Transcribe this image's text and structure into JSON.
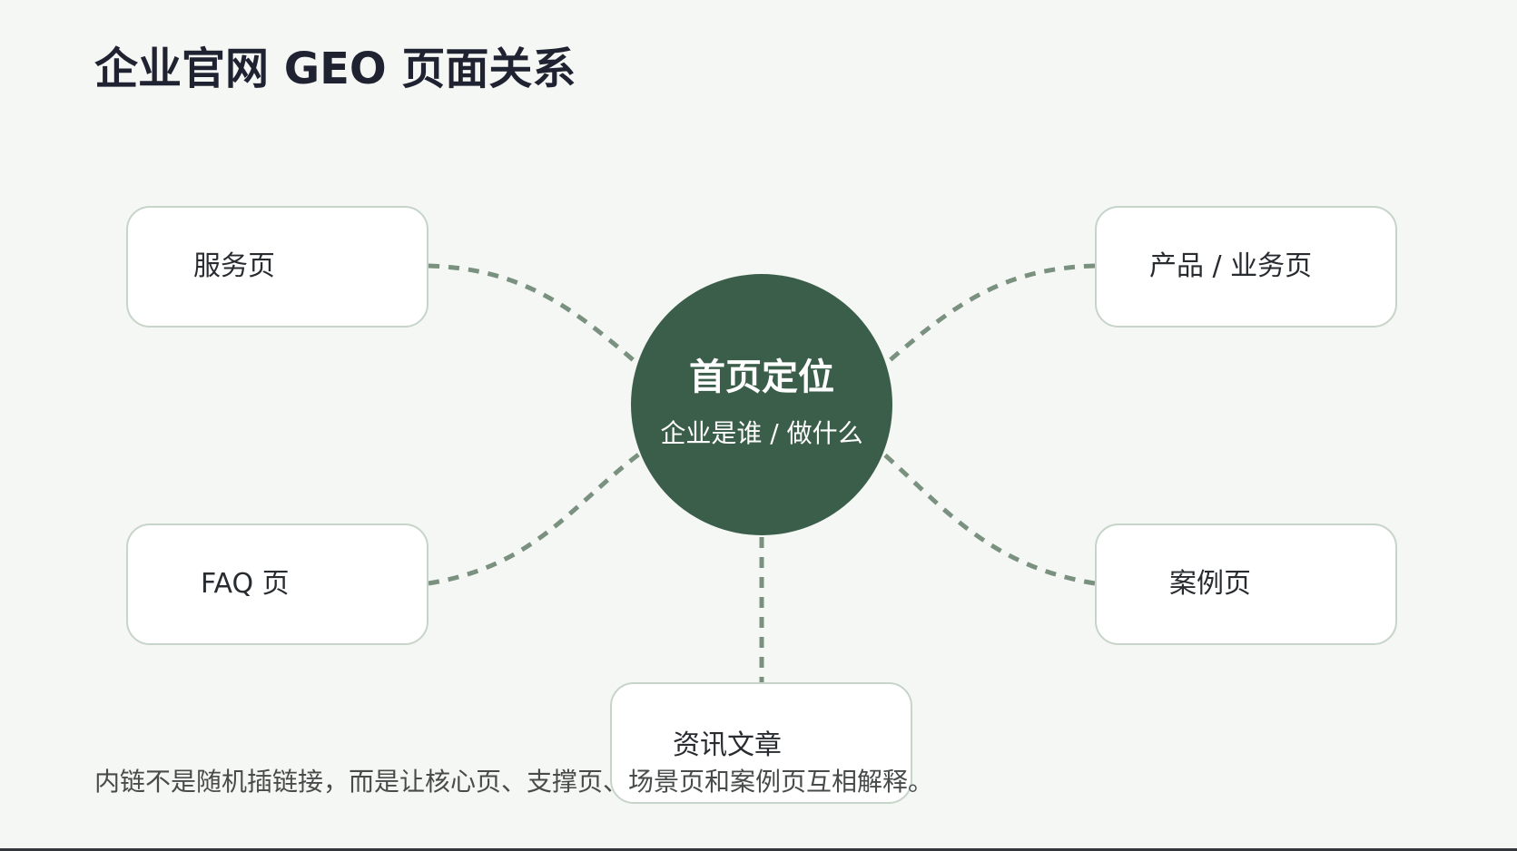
{
  "page": {
    "title": "企业官网 GEO 页面关系",
    "footer_note": "内链不是随机插链接，而是让核心页、支撑页、场景页和案例页互相解释。"
  },
  "center_node": {
    "title": "首页定位",
    "subtitle": "企业是谁 / 做什么",
    "fill_color": "#3b5e4a"
  },
  "nodes": {
    "services": {
      "label": "服务页"
    },
    "products": {
      "label": "产品 / 业务页"
    },
    "faq": {
      "label": "FAQ 页"
    },
    "cases": {
      "label": "案例页"
    },
    "articles": {
      "label": "资讯文章"
    }
  },
  "colors": {
    "background": "#f5f7f4",
    "title": "#1f2230",
    "connector": "#7a9180",
    "node_border": "#c7d4c9"
  }
}
